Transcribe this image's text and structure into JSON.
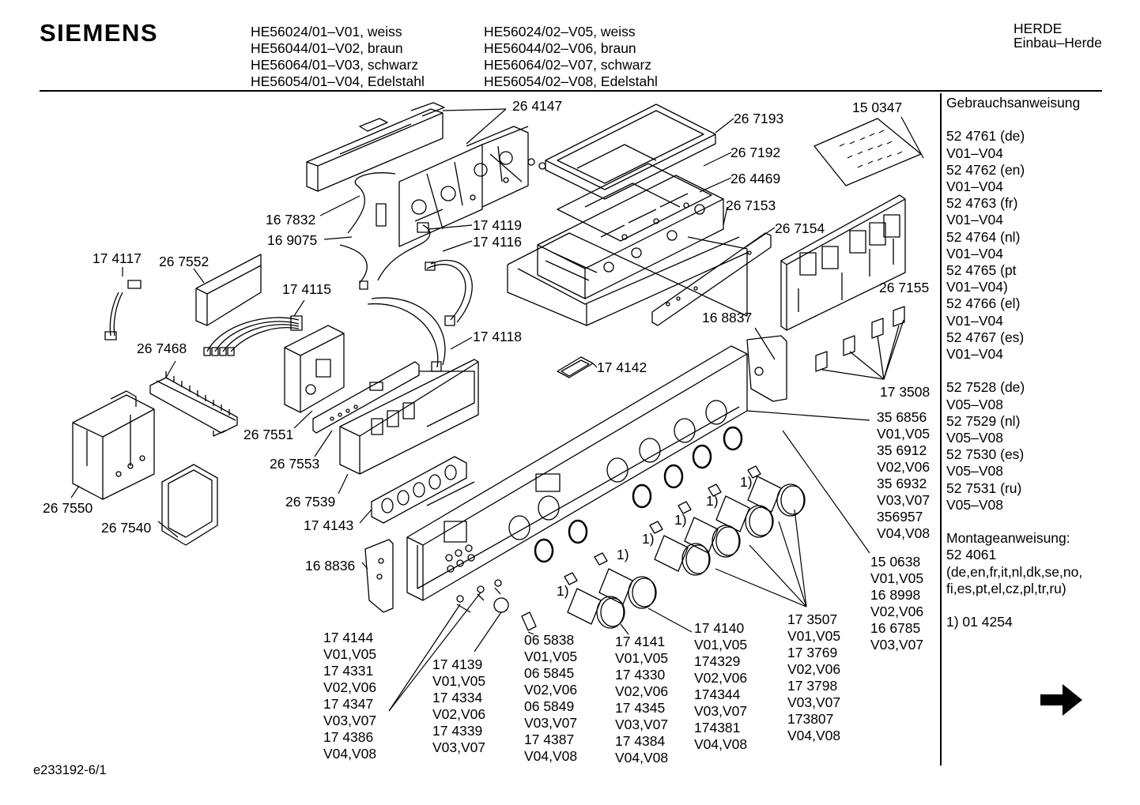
{
  "brand": "SIEMENS",
  "models_col1": [
    "HE56024/01–V01, weiss",
    "HE56044/01–V02, braun",
    "HE56064/01–V03, schwarz",
    "HE56054/01–V04, Edelstahl"
  ],
  "models_col2": [
    "HE56024/02–V05, weiss",
    "HE56044/02–V06, braun",
    "HE56064/02–V07, schwarz",
    "HE56054/02–V08, Edelstahl"
  ],
  "category": [
    "HERDE",
    "Einbau–Herde"
  ],
  "side_panel": [
    "Gebrauchsanweisung",
    "",
    "524761 (de)",
    "V01–V04",
    "524762 (en)",
    "V01–V04",
    "524763 (fr)",
    "V01–V04",
    "524764 (nl)",
    "V01–V04",
    "524765 (pt",
    "V01–V04)",
    "524766 (el)",
    "V01–V04",
    "524767 (es)",
    "V01–V04",
    "",
    "527528 (de)",
    "V05–V08",
    "527529 (nl)",
    "V05–V08",
    "527530 (es)",
    "V05–V08",
    "527531 (ru)",
    "V05–V08",
    "",
    "Montageanweisung:",
    "524061",
    "(de,en,fr,it,nl,dk,se,no,",
    "fi,es,pt,el,cz,pl,tr,ru)",
    "",
    "1) 014254"
  ],
  "side_panel_display": [
    "Gebrauchsanweisung",
    "",
    "52 4761 (de)",
    "V01–V04",
    "52 4762 (en)",
    "V01–V04",
    "52 4763 (fr)",
    "V01–V04",
    "52 4764 (nl)",
    "V01–V04",
    "52 4765 (pt",
    "V01–V04)",
    "52 4766 (el)",
    "V01–V04",
    "52 4767 (es)",
    "V01–V04",
    "",
    "52 7528 (de)",
    "V05–V08",
    "52 7529 (nl)",
    "V05–V08",
    "52 7530 (es)",
    "V05–V08",
    "52 7531 (ru)",
    "V05–V08",
    "",
    "Montageanweisung:",
    "52 4061",
    "(de,en,fr,it,nl,dk,se,no,",
    "fi,es,pt,el,cz,pl,tr,ru)",
    "",
    "1) 01 4254"
  ],
  "footer": "e233192-6/1",
  "part_labels": {
    "p264147": [
      "26 4147"
    ],
    "p267193": [
      "26 7193"
    ],
    "p150347": [
      "15 0347"
    ],
    "p267192": [
      "26 7192"
    ],
    "p264469": [
      "26 4469"
    ],
    "p267153": [
      "26 7153"
    ],
    "p267154": [
      "26 7154"
    ],
    "p167832": [
      "16 7832"
    ],
    "p169075": [
      "16 9075"
    ],
    "p174119": [
      "17 4119"
    ],
    "p174116": [
      "17 4116"
    ],
    "p174117": [
      "17 4117"
    ],
    "p267552": [
      "26 7552"
    ],
    "p174115": [
      "17 4115"
    ],
    "p267155": [
      "26 7155"
    ],
    "p168837": [
      "16 8837"
    ],
    "p174118": [
      "17 4118"
    ],
    "p267468": [
      "26 7468"
    ],
    "p174142": [
      "17 4142"
    ],
    "p173508": [
      "17 3508"
    ],
    "p356856": [
      "35 6856",
      "V01,V05",
      "35 6912",
      "V02,V06",
      "35 6932",
      "V03,V07",
      "356957",
      "V04,V08"
    ],
    "p267551": [
      "26 7551"
    ],
    "p267553": [
      "26 7553"
    ],
    "p267539": [
      "26 7539"
    ],
    "p267550": [
      "26 7550"
    ],
    "p267540": [
      "26 7540"
    ],
    "p174143": [
      "17 4143"
    ],
    "p168836": [
      "16 8836"
    ],
    "p150638": [
      "15 0638",
      "V01,V05",
      "16 8998",
      "V02,V06",
      "16 6785",
      "V03,V07"
    ],
    "p174144": [
      "17 4144",
      "V01,V05",
      "17 4331",
      "V02,V06",
      "17 4347",
      "V03,V07",
      "17 4386",
      "V04,V08"
    ],
    "p174139": [
      "17 4139",
      "V01,V05",
      "17 4334",
      "V02,V06",
      "17 4339",
      "V03,V07"
    ],
    "p065838": [
      "06 5838",
      "V01,V05",
      "06 5845",
      "V02,V06",
      "06 5849",
      "V03,V07",
      "17 4387",
      "V04,V08"
    ],
    "p174141": [
      "17 4141",
      "V01,V05",
      "17 4330",
      "V02,V06",
      "17 4345",
      "V03,V07",
      "17 4384",
      "V04,V08"
    ],
    "p174140": [
      "17 4140",
      "V01,V05",
      "174329",
      "V02,V06",
      "174344",
      "V03,V07",
      "174381",
      "V04,V08"
    ],
    "p173507": [
      "17 3507",
      "V01,V05",
      "17 3769",
      "V02,V06",
      "17 3798",
      "V03,V07",
      "173807",
      "V04,V08"
    ]
  },
  "footnote_marks": [
    "1)",
    "1)",
    "1)",
    "1)",
    "1)",
    "1)"
  ],
  "next_page_icon": "arrow-right-icon"
}
